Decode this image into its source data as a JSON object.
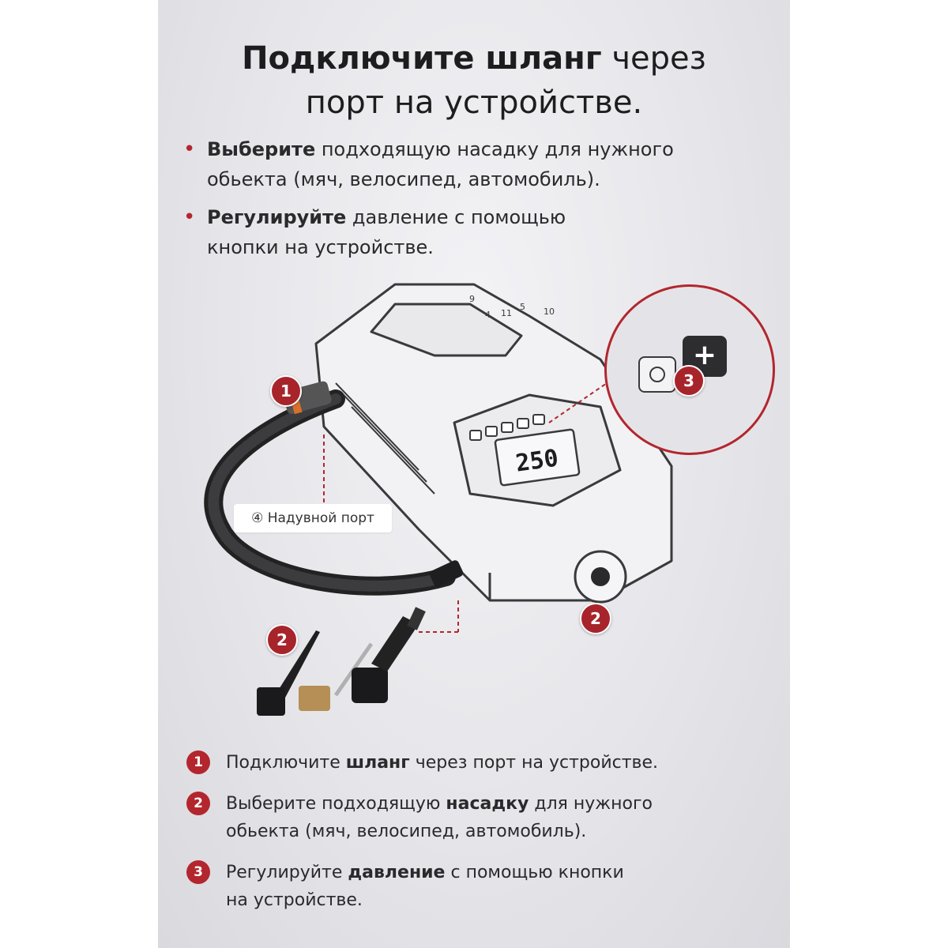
{
  "header": {
    "title_bold": "Подключите шланг",
    "title_rest": " через",
    "title_line2": "порт на устройстве."
  },
  "bullets": [
    {
      "bold": "Выберите",
      "line1": " подходящую насадку для нужного",
      "line2": "обьекта (мяч, велосипед, автомобиль)."
    },
    {
      "bold": "Регулируйте",
      "line1": " давление с помощью",
      "line2": "кнопки на устройстве."
    }
  ],
  "illustration": {
    "callout_1": "1",
    "callout_2a": "2",
    "callout_2b": "2",
    "callout_3": "3",
    "port_label": "④ Надувной порт",
    "display_value": "250",
    "plus_symbol": "+",
    "button_markers": [
      "9",
      "4",
      "11",
      "5",
      "10"
    ]
  },
  "steps": [
    {
      "num": "1",
      "pre": "Подключите ",
      "bold": "шланг",
      "post": " через порт на устройстве.",
      "line2": ""
    },
    {
      "num": "2",
      "pre": "Выберите подходящую ",
      "bold": "насадку",
      "post": " для нужного",
      "line2": "обьекта (мяч, велосипед, автомобиль)."
    },
    {
      "num": "3",
      "pre": "Регулируйте ",
      "bold": "давление",
      "post": " с помощью кнопки",
      "line2": "на устройстве."
    }
  ],
  "colors": {
    "accent": "#b3262d",
    "text": "#2a2a2c",
    "background": "#e6e6ea"
  },
  "icons": [
    "clock-icon",
    "plus-icon",
    "hose-icon",
    "nozzle-icon",
    "air-pump-icon"
  ]
}
